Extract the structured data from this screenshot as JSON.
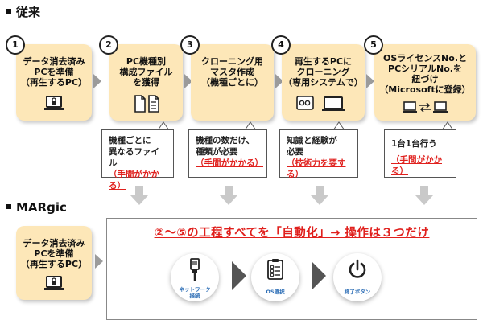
{
  "conventional": {
    "title": "従来",
    "steps": [
      {
        "num": "1",
        "lines": [
          "データ消去済み",
          "PCを準備",
          "（再生するPC）"
        ],
        "icon": "laptop-lock-icon"
      },
      {
        "num": "2",
        "lines": [
          "PC機種別",
          "構成ファイル",
          "を獲得"
        ],
        "icon": "documents-icon"
      },
      {
        "num": "3",
        "lines": [
          "クローニング用",
          "マスタ作成",
          "（機種ごとに）"
        ],
        "icon": ""
      },
      {
        "num": "4",
        "lines": [
          "再生するPCに",
          "クローニング",
          "（専用システムで）"
        ],
        "icon": "laptop-system-icon"
      },
      {
        "num": "5",
        "lines": [
          "OSライセンスNo.と",
          "PCシリアルNo.を",
          "紐づけ",
          "（Microsoftに登録）"
        ],
        "icon": "laptop-exchange-icon"
      }
    ],
    "notes": [
      {
        "lines": [
          "機種ごとに",
          "異なるファイル"
        ],
        "red": "（手間がかかる）"
      },
      {
        "lines": [
          "機種の数だけ、",
          "種類が必要"
        ],
        "red": "（手間がかかる）"
      },
      {
        "lines": [
          "知識と経験が",
          "必要"
        ],
        "red": "（技術力を要する）"
      },
      {
        "lines": [
          "1台1台行う"
        ],
        "red": "（手間がかかる）"
      }
    ]
  },
  "margic": {
    "title": "MARgic",
    "step": {
      "lines": [
        "データ消去済み",
        "PCを準備",
        "（再生するPC）"
      ],
      "icon": "laptop-lock-icon"
    },
    "headline": "②～⑤の工程すべてを「自動化」→ 操作は３つだけ",
    "operations": [
      {
        "label": "ネットワーク\n接続",
        "icon": "network-cable-icon"
      },
      {
        "label": "OS選択",
        "icon": "checklist-icon"
      },
      {
        "label": "終了ボタン",
        "icon": "power-icon"
      }
    ]
  },
  "colors": {
    "step_bg": "#fde7b8",
    "accent_red": "#e0201d",
    "arrow": "#9b9b9b",
    "label_blue": "#2a6cb5"
  }
}
